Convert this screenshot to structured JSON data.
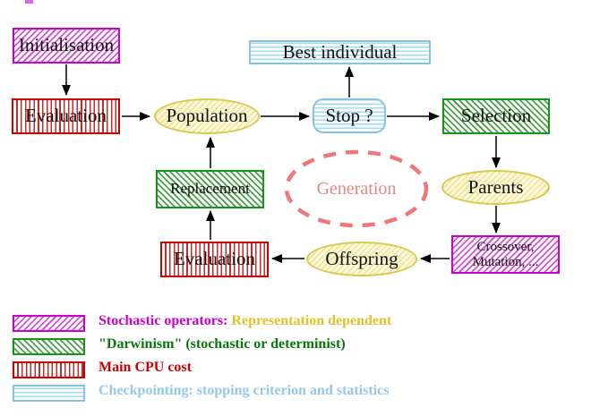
{
  "diagram": {
    "nodes": {
      "initialisation": {
        "label": "Initialisation"
      },
      "evaluation_top": {
        "label": "Evaluation"
      },
      "population": {
        "label": "Population"
      },
      "stop": {
        "label": "Stop ?"
      },
      "best_individual": {
        "label": "Best individual"
      },
      "selection": {
        "label": "Selection"
      },
      "parents": {
        "label": "Parents"
      },
      "crossover_mutation": {
        "label_line1": "Crossover,",
        "label_line2": "Mutation, ..."
      },
      "offspring": {
        "label": "Offspring"
      },
      "evaluation_bottom": {
        "label": "Evaluation"
      },
      "replacement": {
        "label": "Replacement"
      },
      "generation": {
        "label": "Generation"
      }
    },
    "colors": {
      "magenta_border": "#cc00cc",
      "green_border": "#169416",
      "red_border": "#cc0000",
      "cyan_border": "#85c2e5",
      "yellow_border": "#d9c94e",
      "generation_dash": "#ee7777",
      "arrow": "#000000"
    }
  },
  "legend": {
    "items": [
      {
        "label": "Stochastic operators:",
        "label2": "Representation dependent"
      },
      {
        "label": "\"Darwinism\" (stochastic or determinist)"
      },
      {
        "label": "Main CPU cost"
      },
      {
        "label": "Checkpointing: stopping criterion and statistics"
      }
    ]
  }
}
